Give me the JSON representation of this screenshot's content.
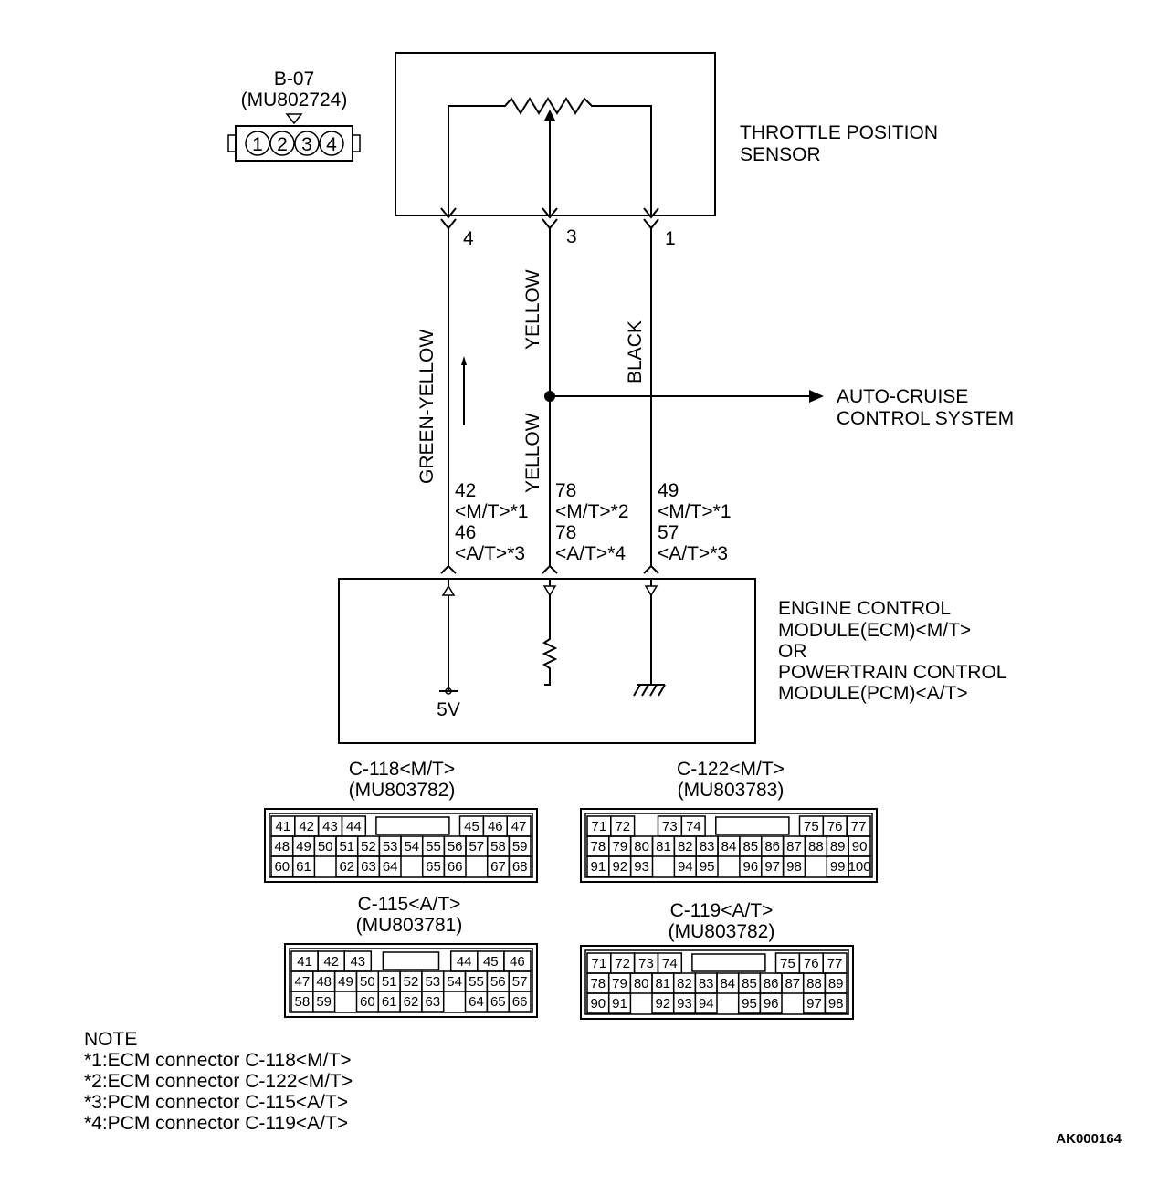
{
  "connector_b07": {
    "id": "B-07",
    "part": "(MU802724)",
    "pins": [
      "1",
      "2",
      "3",
      "4"
    ]
  },
  "sensor": {
    "name_line1": "THROTTLE POSITION",
    "name_line2": "SENSOR"
  },
  "sensor_pins": {
    "left": "4",
    "middle": "3",
    "right": "1"
  },
  "wires": {
    "left": "GREEN-YELLOW",
    "middle_upper": "YELLOW",
    "middle_lower": "YELLOW",
    "right": "BLACK"
  },
  "auto_cruise": {
    "line1": "AUTO-CRUISE",
    "line2": "CONTROL SYSTEM"
  },
  "ecm_pins": {
    "left": [
      "42",
      "<M/T>*1",
      "46",
      "<A/T>*3"
    ],
    "middle": [
      "78",
      "<M/T>*2",
      "78",
      "<A/T>*4"
    ],
    "right": [
      "49",
      "<M/T>*1",
      "57",
      "<A/T>*3"
    ]
  },
  "module": {
    "lines": [
      "ENGINE CONTROL",
      "MODULE(ECM)<M/T>",
      "OR",
      "POWERTRAIN CONTROL",
      "MODULE(PCM)<A/T>"
    ],
    "supply": "5V"
  },
  "connectors": [
    {
      "title": "C-118<M/T>",
      "part": "(MU803782)",
      "rows": [
        [
          "41",
          "42",
          "43",
          "44",
          "",
          "",
          "",
          "",
          "45",
          "46",
          "47"
        ],
        [
          "48",
          "49",
          "50",
          "51",
          "52",
          "53",
          "54",
          "55",
          "56",
          "57",
          "58",
          "59"
        ],
        [
          "60",
          "61",
          "",
          "62",
          "63",
          "64",
          "",
          "65",
          "66",
          "",
          "67",
          "68"
        ]
      ]
    },
    {
      "title": "C-122<M/T>",
      "part": "(MU803783)",
      "rows": [
        [
          "71",
          "72",
          "",
          "73",
          "74",
          "",
          "",
          "",
          "",
          "75",
          "76",
          "77"
        ],
        [
          "78",
          "79",
          "80",
          "81",
          "82",
          "83",
          "84",
          "85",
          "86",
          "87",
          "88",
          "89",
          "90"
        ],
        [
          "91",
          "92",
          "93",
          "",
          "94",
          "95",
          "",
          "96",
          "97",
          "98",
          "",
          "99",
          "100"
        ]
      ]
    },
    {
      "title": "C-115<A/T>",
      "part": "(MU803781)",
      "rows": [
        [
          "41",
          "42",
          "43",
          "",
          "",
          "",
          "44",
          "45",
          "46"
        ],
        [
          "47",
          "48",
          "49",
          "50",
          "51",
          "52",
          "53",
          "54",
          "55",
          "56",
          "57"
        ],
        [
          "58",
          "59",
          "",
          "60",
          "61",
          "62",
          "63",
          "",
          "64",
          "65",
          "66"
        ]
      ]
    },
    {
      "title": "C-119<A/T>",
      "part": "(MU803782)",
      "rows": [
        [
          "71",
          "72",
          "73",
          "74",
          "",
          "",
          "",
          "",
          "75",
          "76",
          "77"
        ],
        [
          "78",
          "79",
          "80",
          "81",
          "82",
          "83",
          "84",
          "85",
          "86",
          "87",
          "88",
          "89"
        ],
        [
          "90",
          "91",
          "",
          "92",
          "93",
          "94",
          "",
          "95",
          "96",
          "",
          "97",
          "98"
        ]
      ]
    }
  ],
  "note": {
    "title": "NOTE",
    "items": [
      "*1:ECM connector C-118<M/T>",
      "*2:ECM connector C-122<M/T>",
      "*3:PCM connector C-115<A/T>",
      "*4:PCM connector C-119<A/T>"
    ]
  },
  "figure_id": "AK000164"
}
